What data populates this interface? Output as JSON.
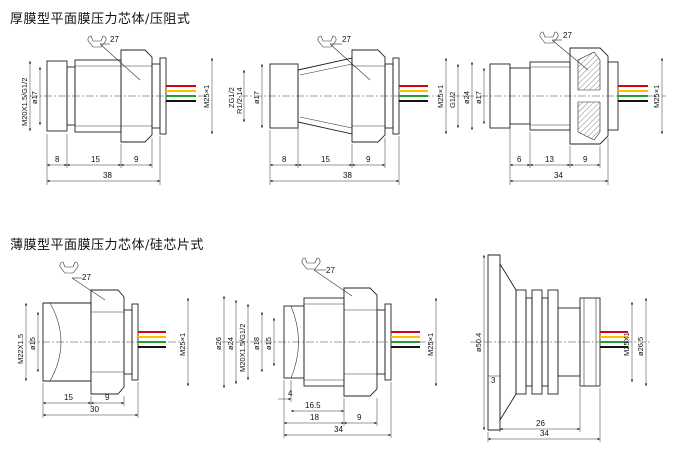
{
  "headings": {
    "thick": "厚膜型平面膜压力芯体/压阻式",
    "thin": "薄膜型平面膜压力芯体/硅芯片式"
  },
  "wire_colors": [
    "#d4001a",
    "#f2c400",
    "#1fa02a",
    "#111111"
  ],
  "drawings": [
    {
      "id": "d1",
      "wrench": "27",
      "dims_h": [
        "8",
        "15",
        "9",
        "38"
      ],
      "dims_v": [
        "M20X1.5/G1/2",
        "ø17",
        "M25×1"
      ]
    },
    {
      "id": "d2",
      "wrench": "27",
      "dims_h": [
        "8",
        "15",
        "9",
        "38"
      ],
      "dims_v": [
        "ZG1/2",
        "R1/2-14",
        "ø17",
        "M25×1"
      ]
    },
    {
      "id": "d3",
      "wrench": "27",
      "dims_h": [
        "6",
        "13",
        "9",
        "34"
      ],
      "dims_v": [
        "G1/2",
        "ø24",
        "ø17",
        "M25×1"
      ]
    },
    {
      "id": "d4",
      "wrench": "27",
      "dims_h": [
        "15",
        "9",
        "30"
      ],
      "dims_v": [
        "M22X1.5",
        "ø15",
        "M25×1"
      ]
    },
    {
      "id": "d5",
      "wrench": "27",
      "dims_h": [
        "4",
        "16.5",
        "18",
        "9",
        "34"
      ],
      "dims_v": [
        "ø26",
        "ø24",
        "M20X1.5/G1/2",
        "ø18",
        "ø15",
        "M25×1"
      ]
    },
    {
      "id": "d6",
      "wrench": "",
      "dims_h": [
        "3",
        "26",
        "34"
      ],
      "dims_v": [
        "ø50.4",
        "M25X1",
        "ø26.5"
      ]
    }
  ]
}
